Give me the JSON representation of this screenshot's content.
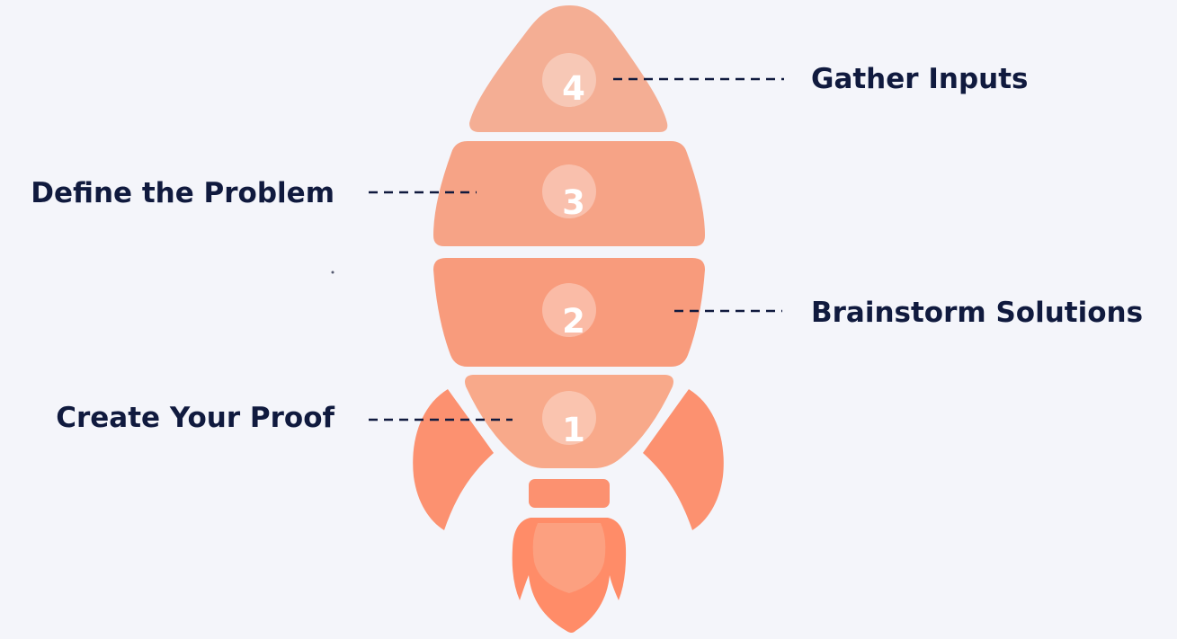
{
  "stages": [
    {
      "number": "4",
      "label": "Gather Inputs"
    },
    {
      "number": "3",
      "label": "Define the Problem"
    },
    {
      "number": "2",
      "label": "Brainstorm Solutions"
    },
    {
      "number": "1",
      "label": "Create Your Proof"
    }
  ],
  "colors": {
    "background": "#f4f5fa",
    "label_text": "#101a3e",
    "nose": "#f4ae94",
    "segment_3": "#f6a386",
    "segment_2": "#f89b7c",
    "segment_1": "#f8a98a",
    "fins": "#fc9170",
    "flame_outer": "#ff8c68",
    "flame_inner": "#fca080",
    "number_circle": "#ffffff"
  },
  "icons": [
    "rocket-icon"
  ]
}
